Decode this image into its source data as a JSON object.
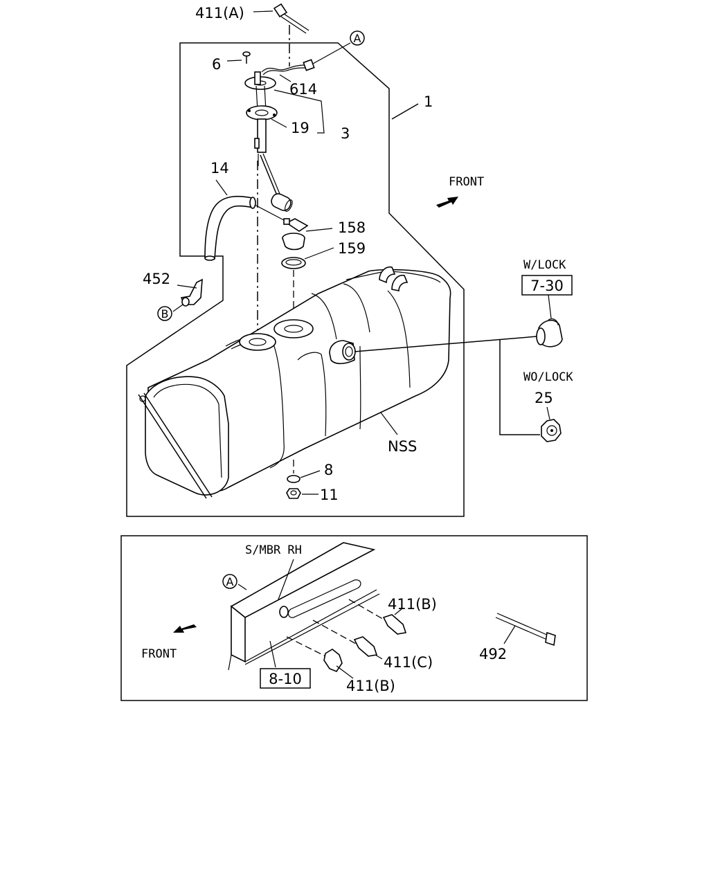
{
  "top_view": {
    "callouts": {
      "p411a": "411(A)",
      "p6": "6",
      "p614": "614",
      "p1": "1",
      "p19": "19",
      "p3": "3",
      "p14": "14",
      "p158": "158",
      "p159": "159",
      "p452": "452",
      "nss": "NSS",
      "p8": "8",
      "p11": "11",
      "p25": "25"
    },
    "ref_markers": {
      "a": "A",
      "b": "B"
    },
    "front_label": "FRONT",
    "w_lock_label": "W/LOCK",
    "w_lock_ref": "7-30",
    "wo_lock_label": "WO/LOCK"
  },
  "bottom_view": {
    "rail_label": "S/MBR RH",
    "ref_marker": "A",
    "front_label": "FRONT",
    "frame_ref": "8-10",
    "callouts": {
      "p411b_top": "411(B)",
      "p411c": "411(C)",
      "p411b_bottom": "411(B)",
      "p492": "492"
    }
  }
}
